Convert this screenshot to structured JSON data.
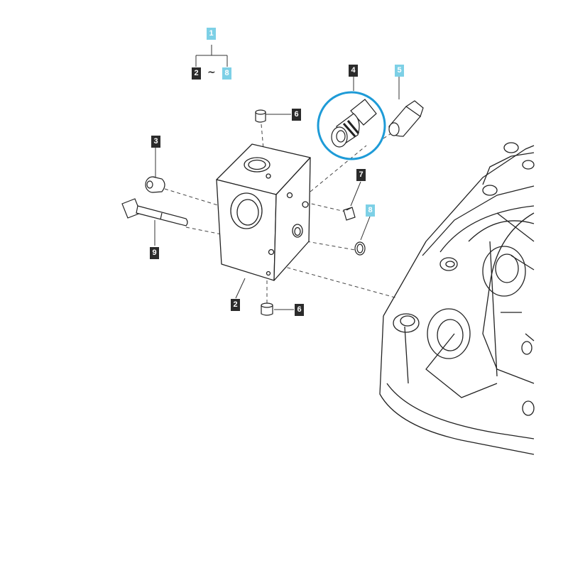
{
  "colors": {
    "callout_dark": "#2b2b2b",
    "callout_blue": "#7dd0e6",
    "highlight_ring": "#1e9bd7",
    "line_art": "#333333"
  },
  "callouts": {
    "assembly_ref": "1",
    "range_from": "2",
    "range_sep": "~",
    "range_to": "8",
    "valve_block": "2",
    "plug_left": "3",
    "valve_cartridge": "4",
    "fitting": "5",
    "plug_top": "6",
    "plug_bottom": "6",
    "plug_right": "7",
    "o_ring": "8",
    "bolt": "9"
  },
  "highlight": {
    "part": "4",
    "shape": "circle"
  }
}
